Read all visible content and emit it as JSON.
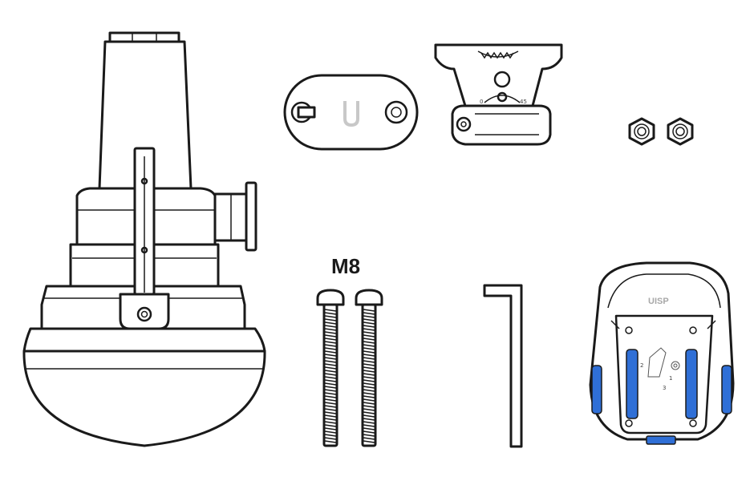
{
  "diagram": {
    "items": [
      {
        "id": "antenna",
        "icon": "antenna-reflector-icon"
      },
      {
        "id": "mount-plate",
        "icon": "mounting-plate-icon"
      },
      {
        "id": "tilt-bracket",
        "icon": "tilt-bracket-icon"
      },
      {
        "id": "nuts",
        "icon": "hex-nut-icon"
      },
      {
        "id": "bolts",
        "icon": "bolt-icon"
      },
      {
        "id": "hex-key",
        "icon": "hex-key-icon"
      },
      {
        "id": "radio-cover",
        "icon": "radio-housing-icon"
      }
    ],
    "bolt_size_label": "M8",
    "cover_brand": "UISP",
    "accent_color": "#2f6fd6",
    "outline_color": "#1a1a1a"
  }
}
